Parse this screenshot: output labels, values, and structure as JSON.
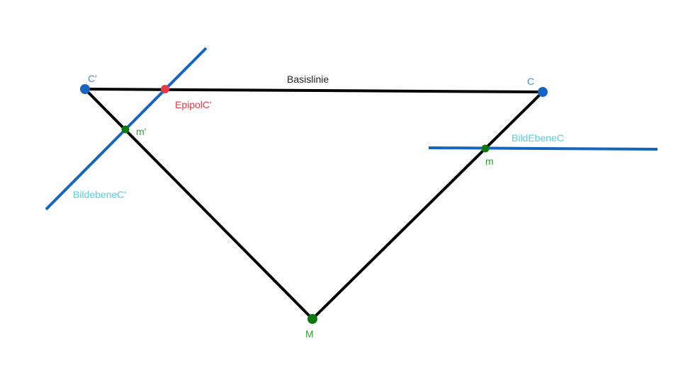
{
  "colors": {
    "line_black": "#000000",
    "plane_blue": "#1565c0",
    "camera_blue": "#1565c0",
    "point_green": "#0b7a0b",
    "epipole_red": "#e53945",
    "label_cyan": "#4fd0de",
    "label_camera": "#3f8fd8",
    "label_green": "#2e9e2e",
    "label_red": "#e53945",
    "label_gray": "#222222"
  },
  "labels": {
    "baseline": "Basislinie",
    "camera_left": "C'",
    "camera_right": "C",
    "epipole": "EpipolC'",
    "image_point_left": "m'",
    "image_point_right": "m",
    "plane_left": "BildebeneC'",
    "plane_right": "BildEbeneC",
    "world_point": "M"
  }
}
